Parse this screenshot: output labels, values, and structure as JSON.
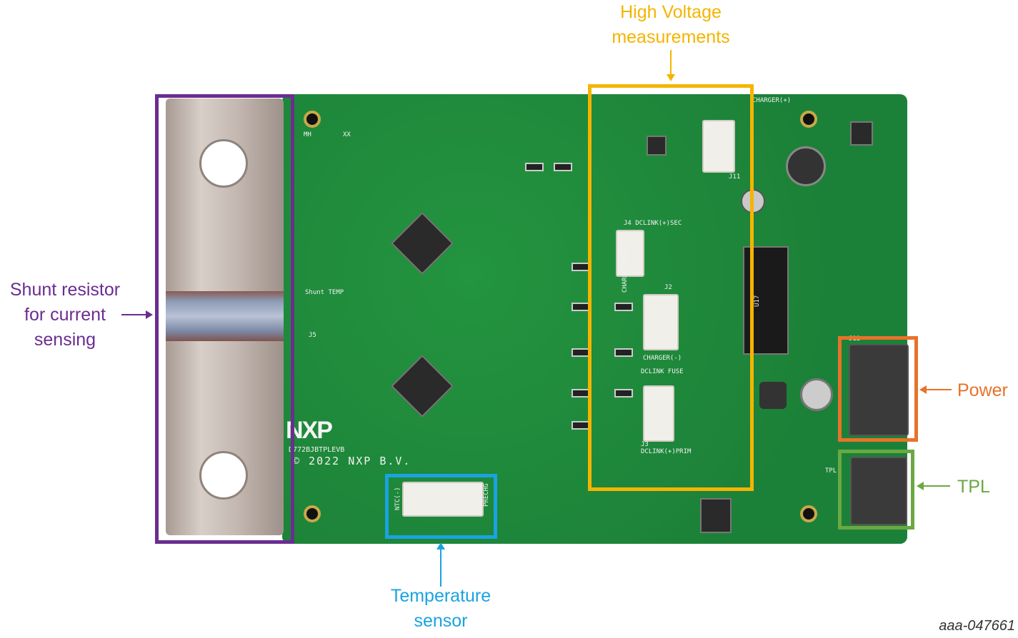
{
  "annotations": {
    "high_voltage": {
      "lines": [
        "High Voltage",
        "measurements"
      ],
      "color": "#f5b400"
    },
    "shunt": {
      "lines": [
        "Shunt resistor",
        "for current",
        "sensing"
      ],
      "color": "#6b2d90"
    },
    "power": {
      "label": "Power",
      "color": "#e8722a"
    },
    "tpl": {
      "label": "TPL",
      "color": "#6aa842"
    },
    "temperature": {
      "lines": [
        "Temperature",
        "sensor"
      ],
      "color": "#1aa3e0"
    }
  },
  "board": {
    "logo": "NXP",
    "part_number": "D772BJBTPLEVB",
    "copyright": "© 2022 NXP B.V.",
    "silkscreen": {
      "charger_pos": "CHARGER(+)",
      "dclink_sec": "J4 DCLINK(+)SEC",
      "charge_fuse": "CHARGE FUSE",
      "charger_neg": "CHARGER(-)",
      "dclink_fuse": "DCLINK FUSE",
      "dclink_prim": "DCLINK(+)PRIM",
      "shunt_temp": "Shunt TEMP",
      "ntc": "NTC(-)",
      "prechg": "PRECHG",
      "j11": "J11",
      "j12": "J12",
      "j2": "J2",
      "j3": "J3",
      "j5": "J5",
      "u17": "U17",
      "tpl": "TPL",
      "mh": "MH",
      "xx": "XX"
    }
  },
  "figure_id": "aaa-047661"
}
